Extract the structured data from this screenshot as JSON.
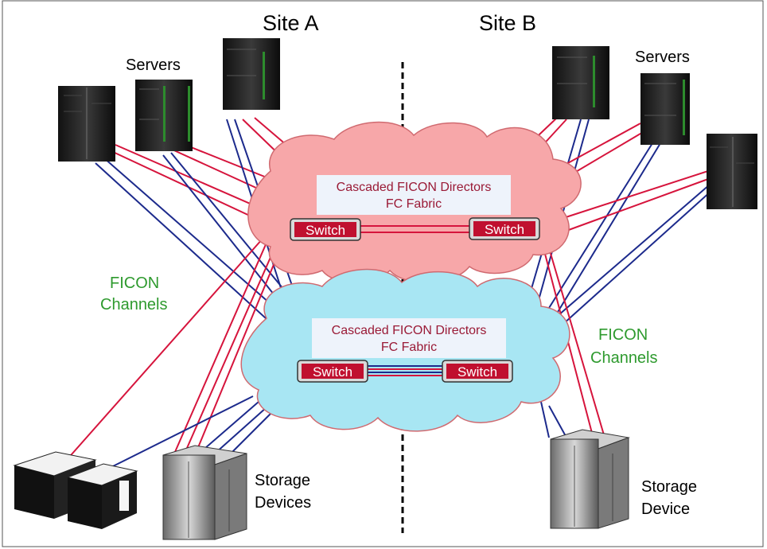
{
  "sites": {
    "a": "Site A",
    "b": "Site B"
  },
  "labels": {
    "servers_left": "Servers",
    "servers_right": "Servers",
    "ficon_left_1": "FICON",
    "ficon_left_2": "Channels",
    "ficon_right_1": "FICON",
    "ficon_right_2": "Channels",
    "storage_left_1": "Storage",
    "storage_left_2": "Devices",
    "storage_right_1": "Storage",
    "storage_right_2": "Device"
  },
  "fabrics": {
    "top": {
      "line1": "Cascaded FICON Directors",
      "line2": "FC Fabric",
      "switch_left": "Switch",
      "switch_right": "Switch",
      "color": "#f7a7a9"
    },
    "bottom": {
      "line1": "Cascaded FICON Directors",
      "line2": "FC Fabric",
      "switch_left": "Switch",
      "switch_right": "Switch",
      "color": "#a8e6f3"
    }
  },
  "colors": {
    "red_link": "#d6143c",
    "blue_link": "#1c2a8c",
    "switch": "#c0102f",
    "ficon_text": "#2e9a2e"
  }
}
